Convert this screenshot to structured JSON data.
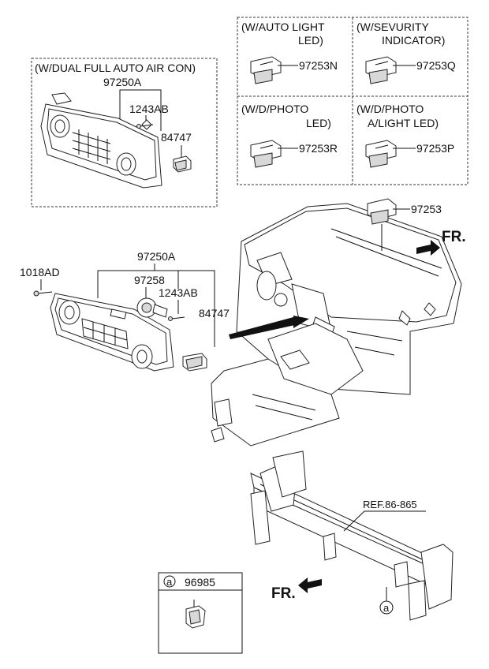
{
  "variants": [
    {
      "title_line1": "(W/AUTO LIGHT",
      "title_line2": "LED)",
      "part_no": "97253N"
    },
    {
      "title_line1": "(W/SEVURITY",
      "title_line2": "INDICATOR)",
      "part_no": "97253Q"
    },
    {
      "title_line1": "(W/D/PHOTO",
      "title_line2": "LED)",
      "part_no": "97253R"
    },
    {
      "title_line1": "(W/D/PHOTO",
      "title_line2": "A/LIGHT  LED)",
      "part_no": "97253P"
    }
  ],
  "dual_aircon": {
    "title": "(W/DUAL FULL AUTO AIR CON)",
    "unit_part_no": "97250A",
    "screw_part_no": "1243AB",
    "knob_part_no": "84747"
  },
  "standard_aircon": {
    "unit_part_no": "97250A",
    "bolt_part_no": "1018AD",
    "sensor_part_no": "97258",
    "screw_part_no": "1243AB",
    "knob_part_no": "84747"
  },
  "dashboard": {
    "switch_part_no": "97253",
    "front_label": "FR."
  },
  "crossbar": {
    "ref_label": "REF.86-865",
    "front_label": "FR."
  },
  "callout": {
    "letter": "a"
  },
  "clip": {
    "part_no": "96985"
  }
}
